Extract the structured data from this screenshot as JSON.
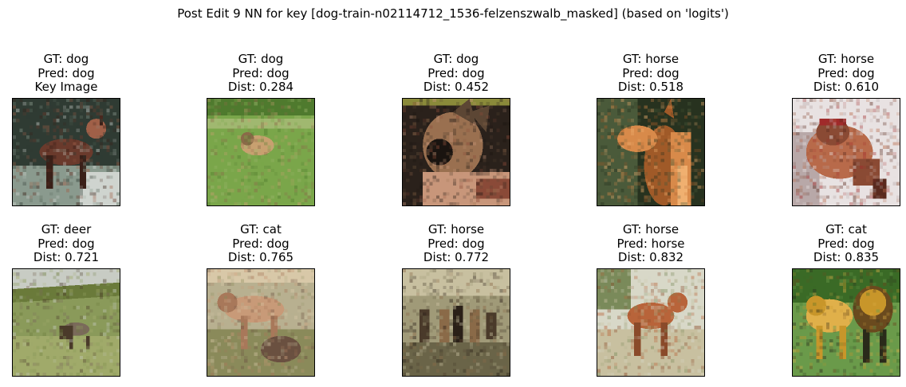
{
  "figure": {
    "title": "Post Edit 9 NN for key [dog-train-n02114712_1536-felzenszwalb_masked] (based on 'logits')"
  },
  "panels": [
    {
      "gt": "GT: dog",
      "pred": "Pred: dog",
      "extra": "Key Image",
      "bg": "#3e4a42",
      "scene": "key-dog-standing",
      "palette": [
        "#2f3b33",
        "#58685a",
        "#8a9a8e",
        "#cfd4cf",
        "#6a3a2c",
        "#a06048",
        "#3a2018"
      ]
    },
    {
      "gt": "GT: dog",
      "pred": "Pred: dog",
      "extra": "Dist: 0.284",
      "bg": "#5f8f3a",
      "scene": "dog-on-lawn",
      "palette": [
        "#4f7a2e",
        "#7aa64a",
        "#a0b870",
        "#c8a070",
        "#8a6a48"
      ]
    },
    {
      "gt": "GT: dog",
      "pred": "Pred: dog",
      "extra": "Dist: 0.452",
      "bg": "#3a2e26",
      "scene": "dog-closeup",
      "palette": [
        "#2a211b",
        "#5c4634",
        "#9a7050",
        "#c8967a",
        "#1a1410",
        "#8a4a38"
      ]
    },
    {
      "gt": "GT: horse",
      "pred": "Pred: dog",
      "extra": "Dist: 0.518",
      "bg": "#2e3a26",
      "scene": "horse-head",
      "palette": [
        "#27321f",
        "#4a5a3a",
        "#a05a28",
        "#d88a4a",
        "#f0b070"
      ]
    },
    {
      "gt": "GT: horse",
      "pred": "Pred: dog",
      "extra": "Dist: 0.610",
      "bg": "#d8d0d0",
      "scene": "reindeer",
      "palette": [
        "#e8e2e2",
        "#b8a8a8",
        "#8a4a34",
        "#b86a4a",
        "#5a2a1e",
        "#a02a2a"
      ]
    },
    {
      "gt": "GT: deer",
      "pred": "Pred: dog",
      "extra": "Dist: 0.721",
      "bg": "#7a8a4a",
      "scene": "deer-grazing",
      "palette": [
        "#c8ccc4",
        "#8a9a5a",
        "#6a7a3a",
        "#a0aa6a",
        "#4a3a2a",
        "#7a6a5a"
      ]
    },
    {
      "gt": "GT: cat",
      "pred": "Pred: dog",
      "extra": "Dist: 0.765",
      "bg": "#9a8a6a",
      "scene": "lioness",
      "palette": [
        "#b8b090",
        "#8a8a5a",
        "#c89a78",
        "#a8785a",
        "#6a5040",
        "#d8c8a8"
      ]
    },
    {
      "gt": "GT: horse",
      "pred": "Pred: dog",
      "extra": "Dist: 0.772",
      "bg": "#7a7458",
      "scene": "horse-herd",
      "palette": [
        "#a09a78",
        "#6a6448",
        "#4a3a2a",
        "#8a6a48",
        "#c8c0a0",
        "#2a2018"
      ]
    },
    {
      "gt": "GT: horse",
      "pred": "Pred: horse",
      "extra": "Dist: 0.832",
      "bg": "#b8b898",
      "scene": "foal",
      "palette": [
        "#d8d8c8",
        "#a8a880",
        "#b8643a",
        "#8a4a2a",
        "#c8c0a0",
        "#7a8a5a"
      ]
    },
    {
      "gt": "GT: cat",
      "pred": "Pred: dog",
      "extra": "Dist: 0.835",
      "bg": "#4a7a2e",
      "scene": "lions",
      "palette": [
        "#3a6a26",
        "#6a9a4a",
        "#c8962a",
        "#e0b04a",
        "#6a4a1e",
        "#2a2a1a"
      ]
    }
  ]
}
